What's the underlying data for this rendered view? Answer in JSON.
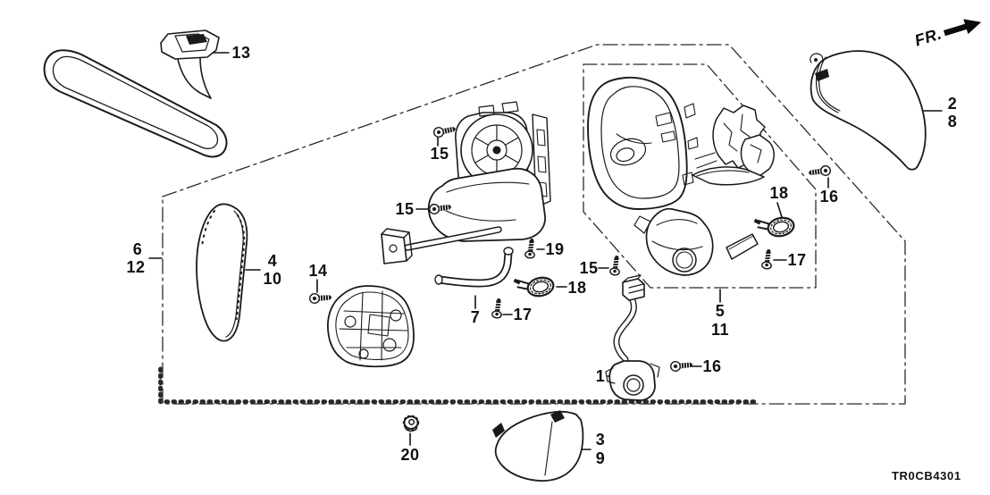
{
  "diagram": {
    "fr_indicator": "FR.",
    "part_code": "TR0CB4301",
    "line_color": "#1a1a1a",
    "background": "#ffffff",
    "callouts": [
      {
        "id": "c13",
        "label": "13"
      },
      {
        "id": "c2",
        "label": "2"
      },
      {
        "id": "c8",
        "label": "8"
      },
      {
        "id": "c6",
        "label": "6"
      },
      {
        "id": "c12",
        "label": "12"
      },
      {
        "id": "c4",
        "label": "4"
      },
      {
        "id": "c10",
        "label": "10"
      },
      {
        "id": "c14",
        "label": "14"
      },
      {
        "id": "c15-top",
        "label": "15"
      },
      {
        "id": "c15-left",
        "label": "15"
      },
      {
        "id": "c15-right",
        "label": "15"
      },
      {
        "id": "c19",
        "label": "19"
      },
      {
        "id": "c18-mid",
        "label": "18"
      },
      {
        "id": "c17-mid",
        "label": "17"
      },
      {
        "id": "c7",
        "label": "7"
      },
      {
        "id": "c5",
        "label": "5"
      },
      {
        "id": "c11",
        "label": "11"
      },
      {
        "id": "c18-right",
        "label": "18"
      },
      {
        "id": "c16-right",
        "label": "16"
      },
      {
        "id": "c17-right",
        "label": "17"
      },
      {
        "id": "c16-low",
        "label": "16"
      },
      {
        "id": "c1",
        "label": "1"
      },
      {
        "id": "c20",
        "label": "20"
      },
      {
        "id": "c3",
        "label": "3"
      },
      {
        "id": "c9",
        "label": "9"
      }
    ]
  }
}
